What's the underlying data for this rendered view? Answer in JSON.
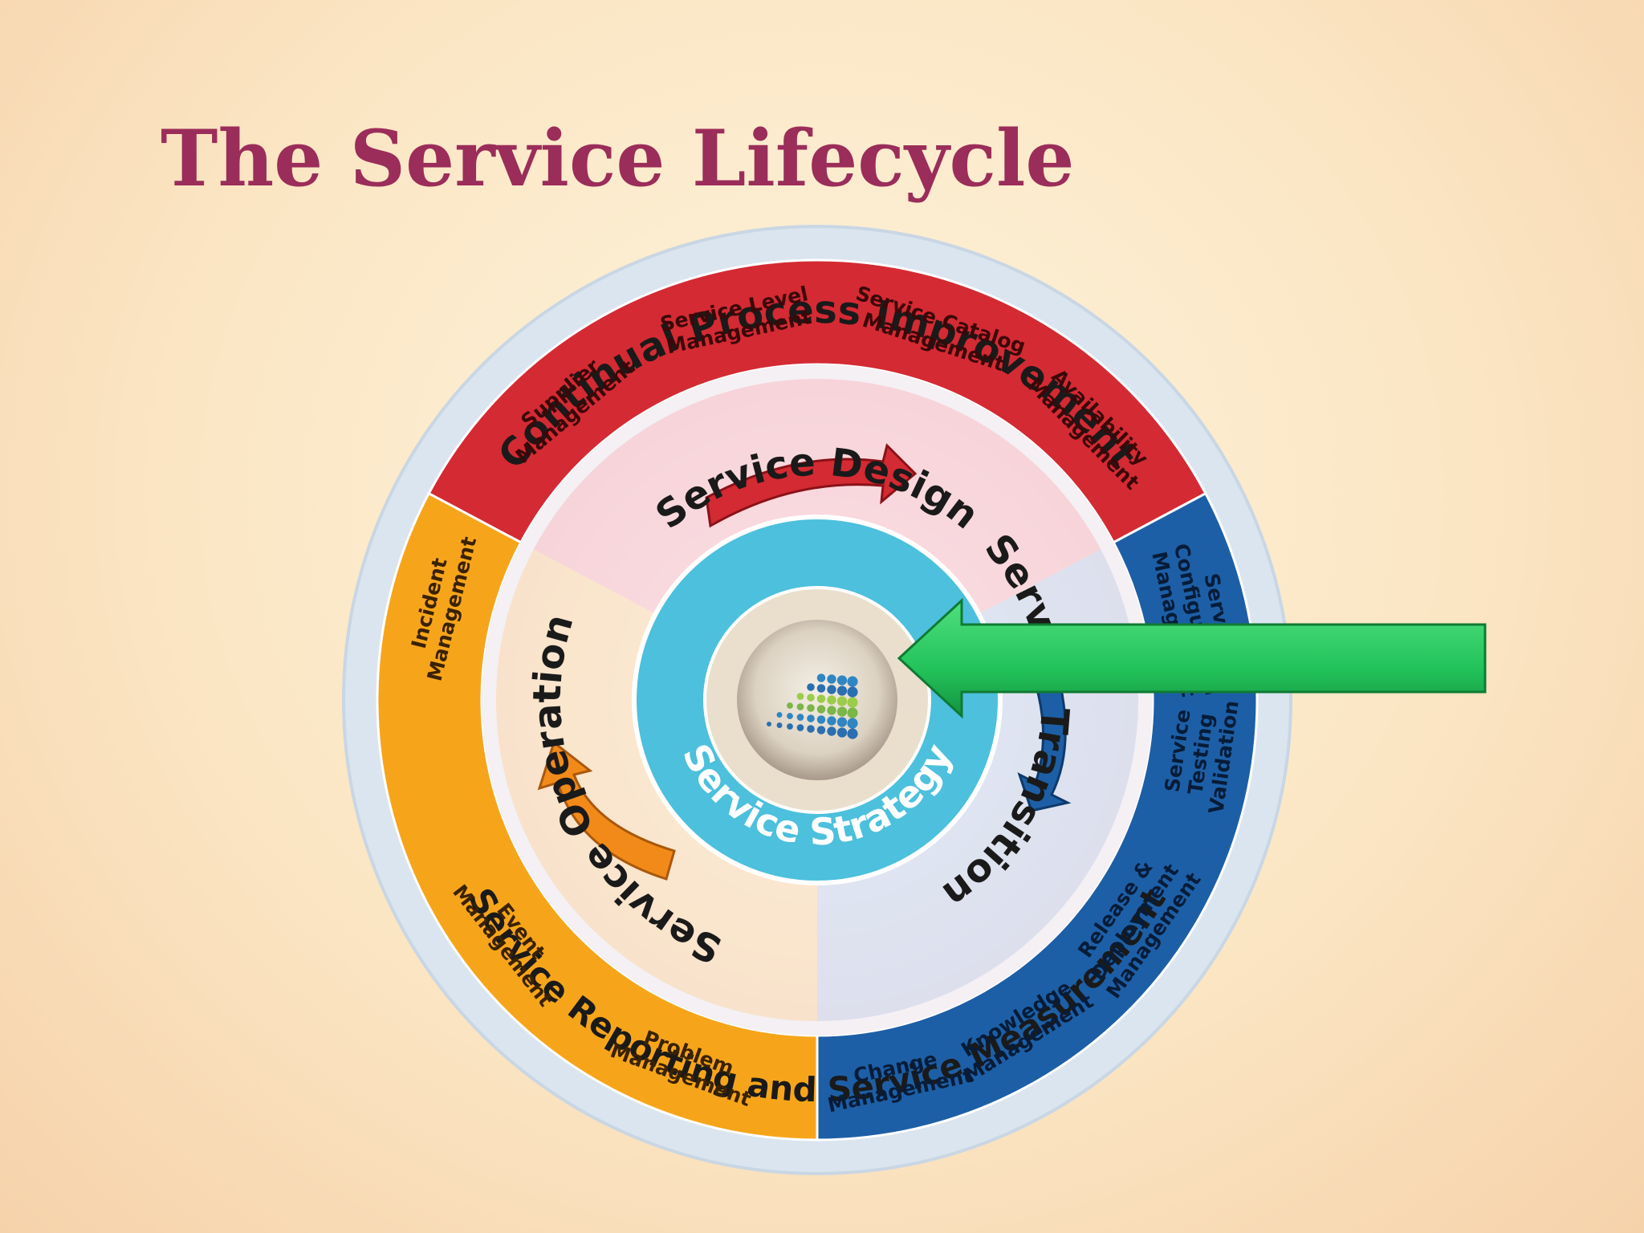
{
  "slide": {
    "title": "The Service Lifecycle"
  },
  "outer_ring": {
    "top_label": "Continual Process Improvement",
    "bottom_label": "Service Reporting and Service Measurement"
  },
  "phases": {
    "design": "Service Design",
    "transition": "Service Transition",
    "operation": "Service Operation",
    "strategy": "Service Strategy"
  },
  "design_processes": [
    [
      "Supplier",
      "Management"
    ],
    [
      "Service Level",
      "Management"
    ],
    [
      "Service Catalog",
      "Management"
    ],
    [
      "Availability",
      "Management"
    ]
  ],
  "transition_processes": [
    [
      "Service",
      "Configuration",
      "Management"
    ],
    [
      "Service",
      "Testing",
      "Validation"
    ],
    [
      "Release &",
      "Deployment",
      "Management"
    ],
    [
      "Knowledge",
      "Management"
    ],
    [
      "Change",
      "Management"
    ]
  ],
  "operation_processes": [
    [
      "Incident",
      "Management"
    ],
    [
      "Event",
      "Management"
    ],
    [
      "Problem",
      "Management"
    ]
  ],
  "colors": {
    "design": "#d42a33",
    "transition": "#1d5fa6",
    "operation": "#f6a51a",
    "strategy": "#4cc0dc",
    "pointer": "#22c25a",
    "outer_ring": "#dbe5ef",
    "title": "#9b2d5a"
  },
  "icons": {
    "center": "ascending-dots-logo-icon",
    "pointer": "green-arrow-icon"
  }
}
